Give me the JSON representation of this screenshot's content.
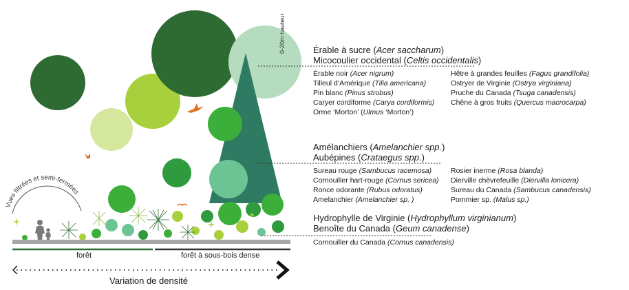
{
  "height_label": "0-20m hauteur",
  "vues_label": "Vues filtrées et semi-fermées",
  "zone_labels": {
    "foret": "forêt",
    "sous_bois": "forêt à sous-bois dense"
  },
  "density_label": "Variation de densité",
  "canopy": {
    "headings": [
      {
        "common": "Érable à sucre (",
        "latin": "Acer saccharum",
        "close": ")"
      },
      {
        "common": "Micocoulier occidental (",
        "latin": "Celtis occidentalis",
        "close": ")"
      }
    ],
    "col1": [
      {
        "common": "Érable noir ",
        "latin": "(Acer nigrum)"
      },
      {
        "common": "Tilleul d’Amérique ",
        "latin": "(Tilia americana)"
      },
      {
        "common": "Pin blanc ",
        "latin": "(Pinus strobus)"
      },
      {
        "common": "Caryer cordiforme ",
        "latin": "(Carya cordiformis)"
      },
      {
        "common": "Orme ‘Morton’ (",
        "latin": "Ulmus",
        "close": " ‘Morton’)"
      }
    ],
    "col2": [
      {
        "common": "Hêtre à grandes feuilles ",
        "latin": "(Fagus grandifolia)"
      },
      {
        "common": "Ostryer de Virginie ",
        "latin": "(Ostrya virginiana)"
      },
      {
        "common": "Pruche du Canada ",
        "latin": "(Tsuga canadensis)"
      },
      {
        "common": "Chêne à gros fruits ",
        "latin": "(Quercus macrocarpa)"
      }
    ]
  },
  "shrub": {
    "headings": [
      {
        "common": "Amélanchiers (",
        "latin": "Amelanchier spp.",
        "close": ")"
      },
      {
        "common": "Aubépines (",
        "latin": "Crataegus spp.",
        "close": ")"
      }
    ],
    "col1": [
      {
        "common": "Sureau rouge ",
        "latin": "(Sambucus racemosa)"
      },
      {
        "common": "Cornouiller hart-rouge ",
        "latin": "(Cornus sericea)"
      },
      {
        "common": "Ronce odorante ",
        "latin": "(Rubus odoratus)"
      },
      {
        "common": "Amelanchier ",
        "latin": "(Amelanchier sp. )"
      }
    ],
    "col2": [
      {
        "common": "Rosier inerme ",
        "latin": "(Rosa blanda)"
      },
      {
        "common": "Dierville chèvrefeuille ",
        "latin": "(Diervilla lonicera)"
      },
      {
        "common": "Sureau du Canada ",
        "latin": "(Sambucus canadensis)"
      },
      {
        "common": "Pommier sp. ",
        "latin": "(Malus sp.)"
      }
    ]
  },
  "ground": {
    "headings": [
      {
        "common": "Hydrophylle de Virginie (",
        "latin": "Hydrophyllum virginianum",
        "close": ")"
      },
      {
        "common": "Benoîte du Canada (",
        "latin": "Geum canadense",
        "close": ")"
      }
    ],
    "col1": [
      {
        "common": "Cornouiller du Canada ",
        "latin": "(Cornus canadensis)"
      }
    ]
  },
  "colors": {
    "dark_green": "#2e6b33",
    "mid_green": "#2f9a3e",
    "bright_green": "#3cae3a",
    "lime": "#a8cf3c",
    "pale_lime": "#d6e8a0",
    "mint": "#b6dcc0",
    "teal": "#2e7a62",
    "jade": "#6cc494",
    "orange": "#e07020"
  }
}
